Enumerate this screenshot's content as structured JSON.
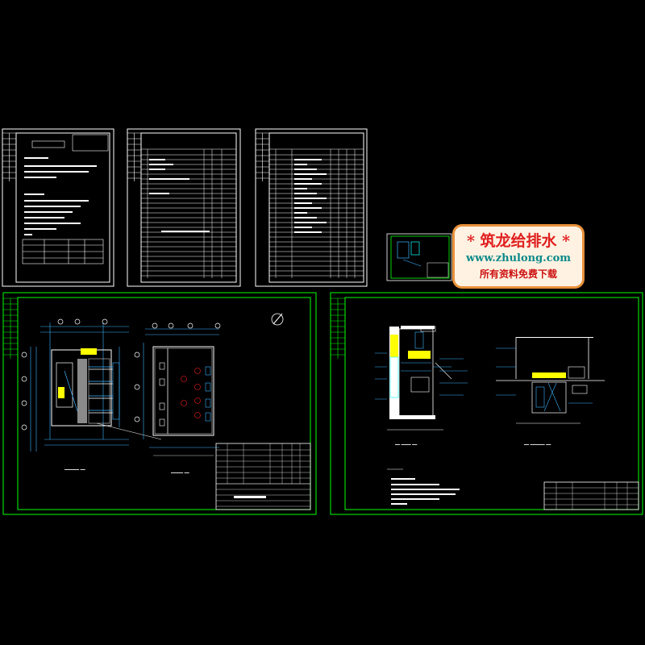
{
  "watermark": {
    "title": "* 筑龙给排水 *",
    "url": "www.zhulong.com",
    "subtitle": "所有资料免费下载"
  },
  "colors": {
    "background": "#000000",
    "sheet_border": "#ffffff",
    "frame": "#00ff00",
    "dim_line": "#3cb4ff",
    "yellow": "#ffff00",
    "cyan": "#00ffff",
    "red": "#ff2020",
    "magenta": "#ff00ff"
  },
  "sheets": [
    {
      "id": "sheet-1",
      "kind": "text-list"
    },
    {
      "id": "sheet-2",
      "kind": "drawing-index"
    },
    {
      "id": "sheet-3",
      "kind": "equipment-list"
    },
    {
      "id": "sheet-4",
      "kind": "mini-drawing"
    },
    {
      "id": "sheet-5",
      "kind": "plan-drawings"
    },
    {
      "id": "sheet-6",
      "kind": "section-drawings"
    }
  ]
}
